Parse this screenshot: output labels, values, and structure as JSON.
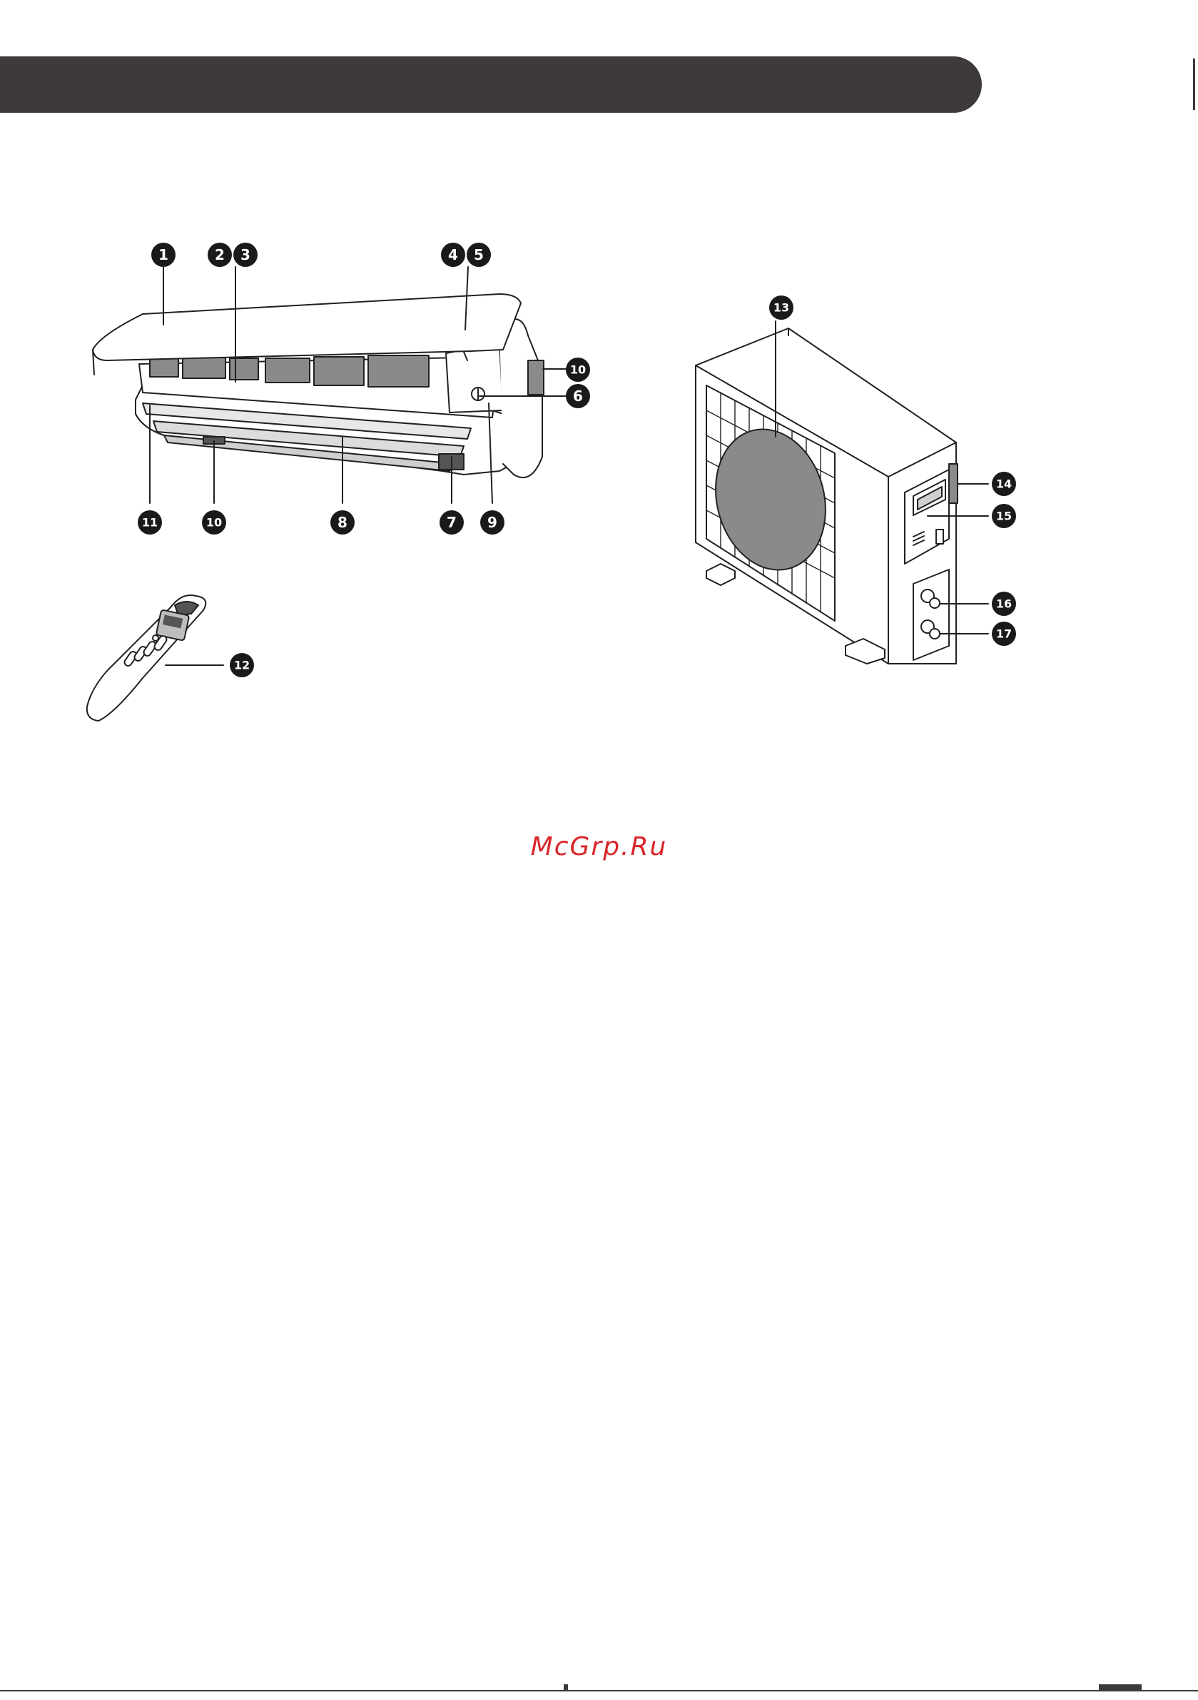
{
  "header": {
    "title": ""
  },
  "indoor_unit": {
    "callouts": [
      {
        "id": "c1",
        "label": "1"
      },
      {
        "id": "c2",
        "label": "2"
      },
      {
        "id": "c3",
        "label": "3"
      },
      {
        "id": "c4",
        "label": "4"
      },
      {
        "id": "c5",
        "label": "5"
      },
      {
        "id": "c10a",
        "label": "10"
      },
      {
        "id": "c6",
        "label": "6"
      },
      {
        "id": "c11",
        "label": "11"
      },
      {
        "id": "c10b",
        "label": "10"
      },
      {
        "id": "c8",
        "label": "8"
      },
      {
        "id": "c7",
        "label": "7"
      },
      {
        "id": "c9",
        "label": "9"
      }
    ]
  },
  "remote_control": {
    "callouts": [
      {
        "id": "c12",
        "label": "12"
      }
    ]
  },
  "outdoor_unit": {
    "callouts": [
      {
        "id": "c13",
        "label": "13"
      },
      {
        "id": "c14",
        "label": "14"
      },
      {
        "id": "c15",
        "label": "15"
      },
      {
        "id": "c16",
        "label": "16"
      },
      {
        "id": "c17",
        "label": "17"
      }
    ]
  },
  "watermark": {
    "text": "McGrp.Ru"
  },
  "colors": {
    "header": "#3e3a39",
    "badge": "#1a1a1a",
    "watermark": "#d9262a",
    "line": "#231f20"
  }
}
